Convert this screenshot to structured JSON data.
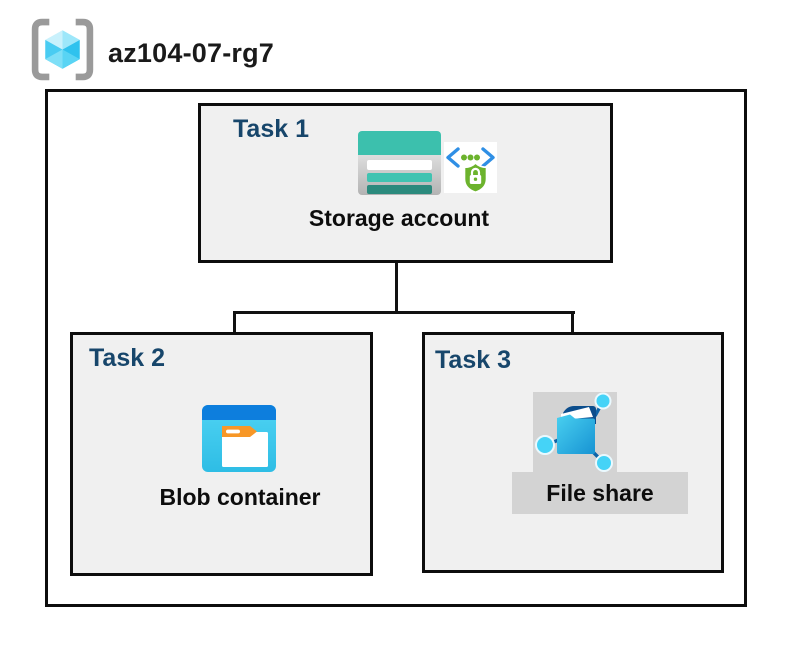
{
  "header": {
    "title": "az104-07-rg7",
    "icon": "resource-group-icon"
  },
  "diagram": {
    "tasks": [
      {
        "label": "Task 1",
        "resource": "Storage account",
        "icons": [
          "storage-account-icon",
          "sas-shield-lock-icon"
        ],
        "highlighted": false
      },
      {
        "label": "Task 2",
        "resource": "Blob container",
        "icons": [
          "blob-container-icon"
        ],
        "highlighted": false
      },
      {
        "label": "Task 3",
        "resource": "File share",
        "icons": [
          "file-share-icon"
        ],
        "highlighted": true
      }
    ],
    "connections": [
      {
        "from": "Storage account",
        "to": "Blob container"
      },
      {
        "from": "Storage account",
        "to": "File share"
      }
    ],
    "colors": {
      "task_label": "#17466b",
      "box_fill": "#f0f0f0",
      "box_border": "#0d0d0d",
      "highlight_fill": "#d3d3d3",
      "storage_teal": "#3cc0ad",
      "storage_teal_dark": "#2b8a7d",
      "blob_blue": "#0d7edd",
      "blob_cyan": "#3fcbef",
      "folder_orange": "#f79727",
      "sas_green": "#6cb32d",
      "sas_blue": "#2f8fe5",
      "cube_cyan": "#49ccf2",
      "bracket_gray": "#9a9a9a"
    }
  }
}
